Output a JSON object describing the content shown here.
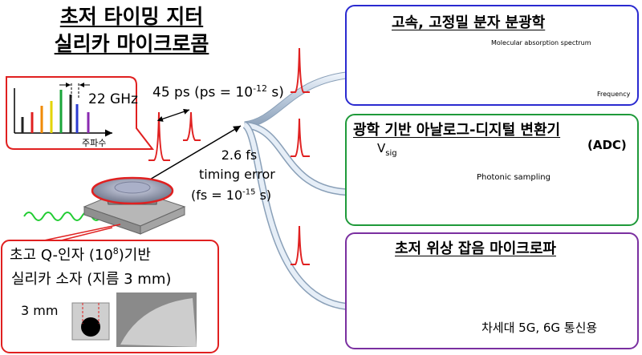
{
  "title": {
    "line1": "초저 타이밍 지터",
    "line2": "실리카 마이크로콤"
  },
  "comb_inset": {
    "spacing": "22 GHz",
    "axis_label": "주파수"
  },
  "pulse_labels": {
    "period": "45 ps (ps = 10",
    "period_exp": "-12",
    "period_tail": " s)",
    "jitter": "2.6 fs",
    "jitter_label": "timing error",
    "jitter_def": "(fs = 10",
    "jitter_exp": "-15",
    "jitter_tail": " s)"
  },
  "resonator_box": {
    "line1": "초고 Q-인자 (10",
    "line1_exp": "8",
    "line1_tail": ")기반",
    "line2": "실리카 소자 (지름 3 mm)",
    "scale": "3 mm"
  },
  "panel_spectroscopy": {
    "title": "고속, 고정밀 분자 분광학",
    "chart_title": "Molecular absorption spectrum",
    "axis_label": "Frequency"
  },
  "panel_adc": {
    "title": "광학 기반 아날로그-디지털 변환기",
    "subtitle": "(ADC)",
    "vsig": "V",
    "vsig_sub": "sig",
    "sampling": "Photonic sampling"
  },
  "panel_microwave": {
    "title": "초저 위상 잡음 마이크로파",
    "caption": "차세대 5G, 6G 통신용"
  },
  "colors": {
    "panel_spectroscopy": "#2a2ad0",
    "panel_adc": "#1f9a3a",
    "panel_microwave": "#7a2fa0",
    "inset": "#e02020",
    "pulse": "#e02020",
    "pump": "#22cc33"
  }
}
